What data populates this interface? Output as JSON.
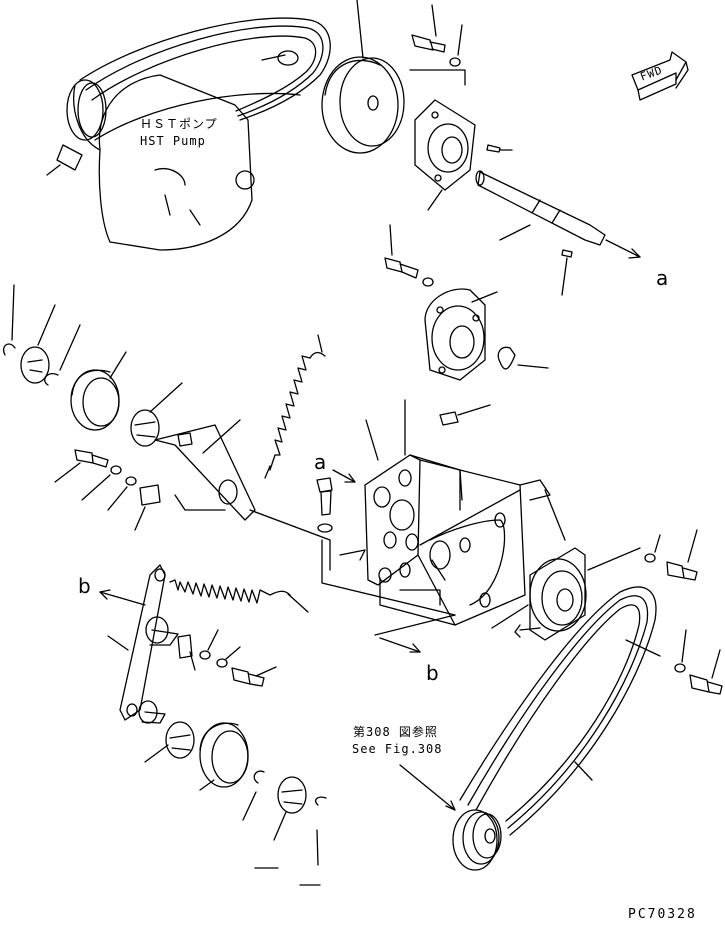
{
  "labels": {
    "hst_jp": "ＨＳＴポンプ",
    "hst_en": "HST Pump",
    "fwd": "FWD",
    "ref_a_top": "a",
    "ref_a_mid": "a",
    "ref_b_left": "b",
    "ref_b_bottom": "b",
    "see_fig_jp": "第308 図参照",
    "see_fig_en": "See Fig.308",
    "drawing_code": "PC70328"
  },
  "colors": {
    "line": "#000000",
    "paper": "#ffffff"
  }
}
